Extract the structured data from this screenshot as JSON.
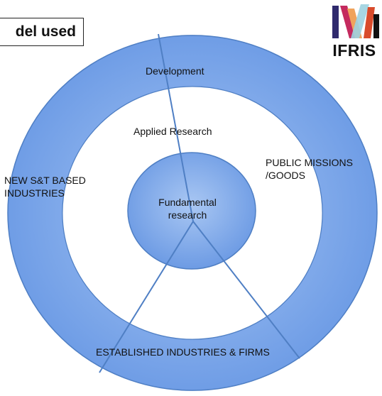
{
  "header": {
    "title": "del used"
  },
  "logo": {
    "text": "IFRIS",
    "colors": [
      "#c42a5e",
      "#f0a35c",
      "#2f2a6d",
      "#9dd2e0",
      "#d94b2b",
      "#111111"
    ]
  },
  "diagram": {
    "colors": {
      "ring_fill": "#7ea8e8",
      "ring_stroke": "#4f7fc4",
      "core_fill": "#84acea",
      "line": "#4f7fc4"
    },
    "labels": {
      "outer_top": "Development",
      "inner_top": "Applied Research",
      "left": [
        "NEW S&T BASED",
        "INDUSTRIES"
      ],
      "right": [
        "PUBLIC MISSIONS",
        "/GOODS"
      ],
      "center": [
        "Fundamental",
        "research"
      ],
      "bottom": "ESTABLISHED INDUSTRIES & FIRMS"
    }
  }
}
